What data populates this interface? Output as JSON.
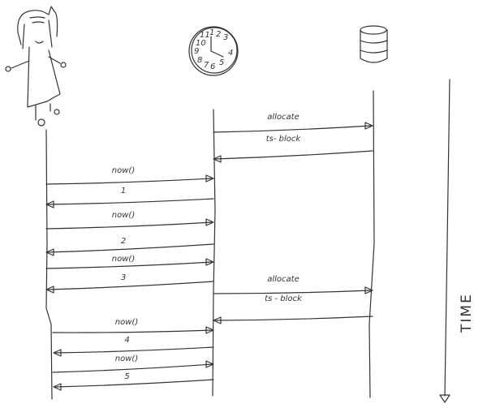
{
  "participants": [
    {
      "id": "user",
      "icon": "person-icon"
    },
    {
      "id": "clock",
      "icon": "clock-icon",
      "numerals": [
        "11",
        "1",
        "2",
        "3",
        "10",
        "9",
        "4",
        "8",
        "7",
        "6",
        "5"
      ]
    },
    {
      "id": "database",
      "icon": "database-icon"
    }
  ],
  "messages": [
    {
      "label": "allocate",
      "from": "clock",
      "to": "database"
    },
    {
      "label": "ts- block",
      "from": "database",
      "to": "clock"
    },
    {
      "label": "now()",
      "from": "user",
      "to": "clock"
    },
    {
      "label": "1",
      "from": "clock",
      "to": "user"
    },
    {
      "label": "now()",
      "from": "user",
      "to": "clock"
    },
    {
      "label": "2",
      "from": "clock",
      "to": "user"
    },
    {
      "label": "now()",
      "from": "user",
      "to": "clock"
    },
    {
      "label": "3",
      "from": "clock",
      "to": "user"
    },
    {
      "label": "allocate",
      "from": "clock",
      "to": "database"
    },
    {
      "label": "ts - block",
      "from": "database",
      "to": "clock"
    },
    {
      "label": "now()",
      "from": "user",
      "to": "clock"
    },
    {
      "label": "4",
      "from": "clock",
      "to": "user"
    },
    {
      "label": "now()",
      "from": "user",
      "to": "clock"
    },
    {
      "label": "5",
      "from": "clock",
      "to": "user"
    }
  ],
  "time_axis": {
    "label": "TIME"
  }
}
